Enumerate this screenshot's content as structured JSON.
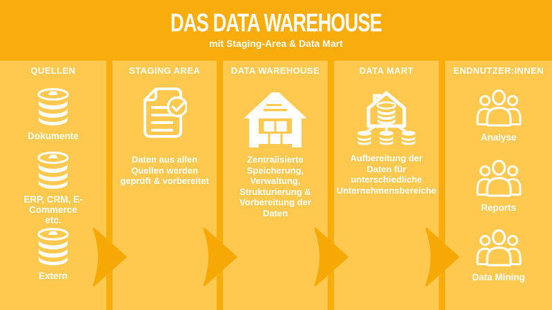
{
  "title": "DAS DATA WAREHOUSE",
  "subtitle": "mit Staging-Area & Data Mart",
  "colors": {
    "bg": "#F8AD0C",
    "panel": "#FFC950",
    "arrow": "#F6A804",
    "text": "#FFFFFF"
  },
  "columns": [
    {
      "header": "QUELLEN",
      "items": [
        {
          "icon": "database-icon",
          "label": "Dokumente"
        },
        {
          "icon": "database-icon",
          "label": "ERP, CRM, E-Commerce\netc."
        },
        {
          "icon": "database-icon",
          "label": "Extern"
        }
      ]
    },
    {
      "header": "STAGING AREA",
      "icon": "document-check-icon",
      "description": "Daten aus allen\nQuellen werden\ngeprüft & vorbereitet"
    },
    {
      "header": "DATA WAREHOUSE",
      "icon": "warehouse-icon",
      "description": "Zentralisierte\nSpeicherung,\nVerwaltung,\nStrukturierung &\nVorbereitung der\nDaten"
    },
    {
      "header": "DATA MART",
      "icon": "data-mart-icon",
      "description": "Aufbereitung der\nDaten für\nunterschiedliche\nUnternehmensbereiche"
    },
    {
      "header": "ENDNUTZER:INNEN",
      "items": [
        {
          "icon": "users-icon",
          "label": "Analyse"
        },
        {
          "icon": "users-icon",
          "label": "Reports"
        },
        {
          "icon": "users-icon",
          "label": "Data Mining"
        }
      ]
    }
  ]
}
